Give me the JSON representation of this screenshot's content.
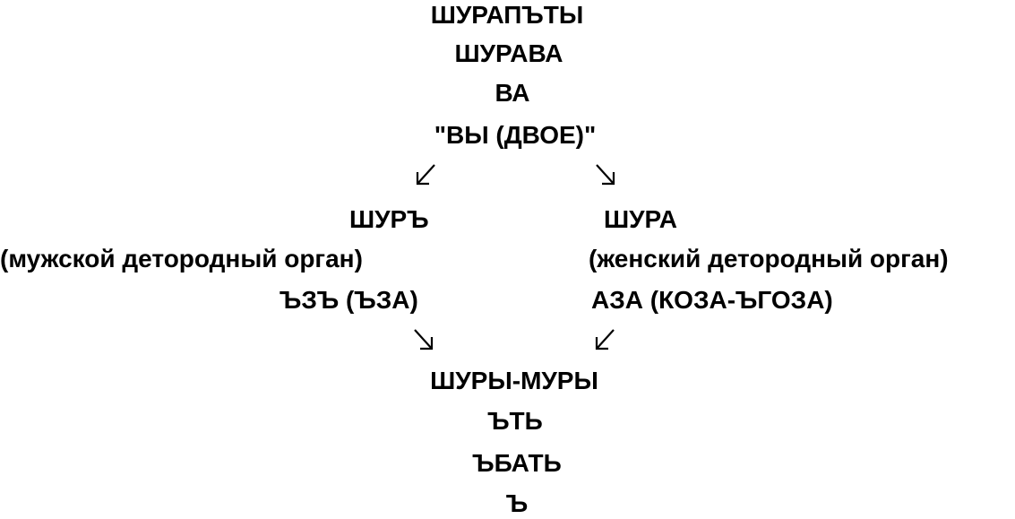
{
  "top": {
    "line1": "ШУРАПЪТЫ",
    "line2": "ШУРАВА",
    "line3": "ВА",
    "line4": "\"ВЫ (ДВОЕ)\""
  },
  "left": {
    "title": "ШУРЪ",
    "gloss": "(мужской детородный орган)",
    "variant": "ЪЗЪ (ЪЗА)"
  },
  "right": {
    "title": "ШУРА",
    "gloss": "(женский детородный орган)",
    "variant": "АЗА (КОЗА-ЪГОЗА)"
  },
  "bottom": {
    "line1": "ШУРЫ-МУРЫ",
    "line2": "ЪТЬ",
    "line3": "ЪБАТЬ",
    "line4": "Ъ"
  },
  "arrows": {
    "top_left": "arrow-down-left-icon",
    "top_right": "arrow-down-right-icon",
    "bottom_left": "arrow-down-right-icon",
    "bottom_right": "arrow-down-left-icon"
  }
}
